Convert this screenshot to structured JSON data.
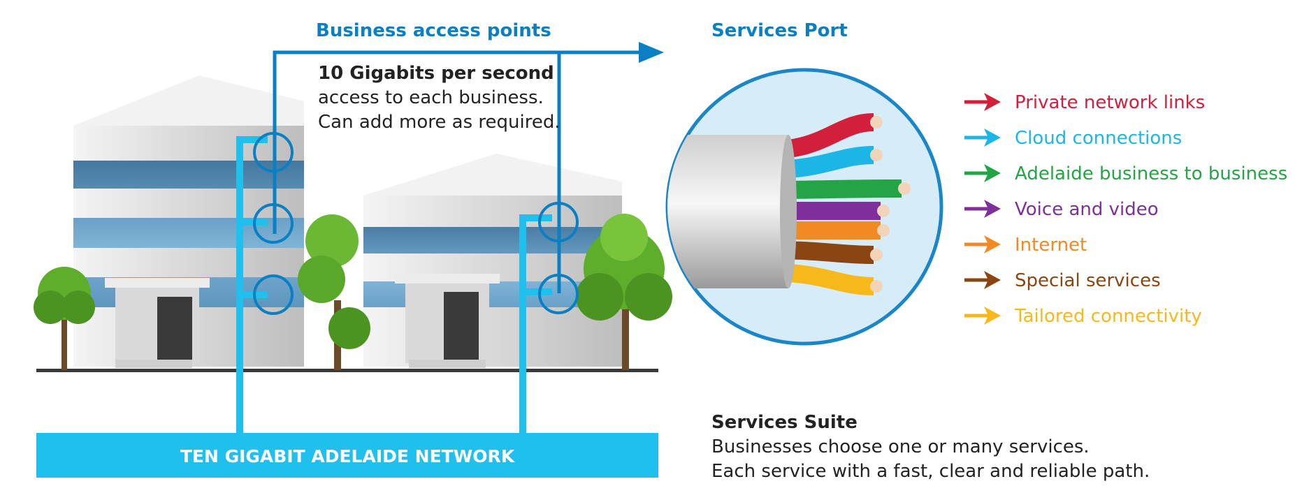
{
  "colors": {
    "accent_blue": "#0a7fc2",
    "network_bar": "#1fbfee",
    "port_circle_fill": "#d6ecf8",
    "port_circle_stroke": "#1a86c7"
  },
  "access": {
    "heading": "Business access points",
    "speed_bold": "10 Gigabits per second",
    "line1": "access to each business.",
    "line2": "Can add more as required."
  },
  "port": {
    "heading": "Services Port"
  },
  "network": {
    "label": "TEN GIGABIT ADELAIDE NETWORK"
  },
  "services": [
    {
      "label": "Private network links",
      "color": "#d21f3c"
    },
    {
      "label": "Cloud connections",
      "color": "#1cb6e6"
    },
    {
      "label": "Adelaide business to business",
      "color": "#23a446"
    },
    {
      "label": "Voice and video",
      "color": "#7e2f9a"
    },
    {
      "label": "Internet",
      "color": "#f28a24"
    },
    {
      "label": "Special services",
      "color": "#8b4513"
    },
    {
      "label": "Tailored connectivity",
      "color": "#f6b81b"
    }
  ],
  "suite": {
    "heading": "Services Suite",
    "line1": "Businesses choose one or many services.",
    "line2": "Each service with a fast, clear and reliable path."
  }
}
